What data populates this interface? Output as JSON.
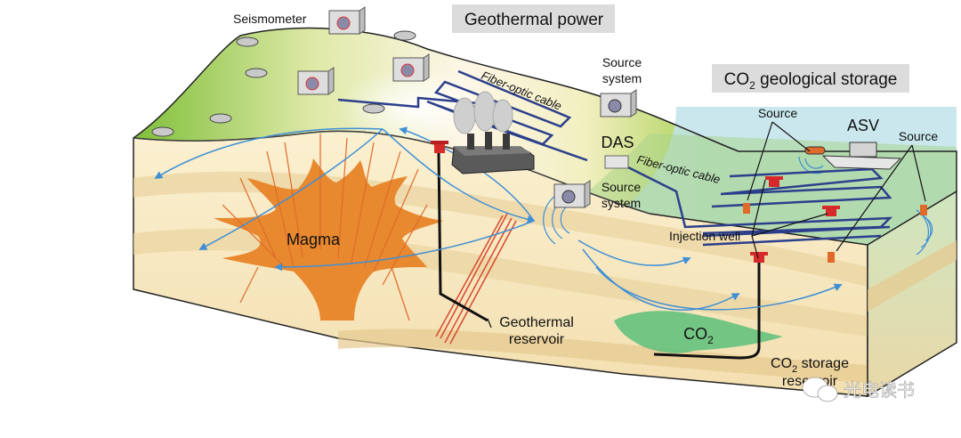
{
  "labels": {
    "seismometer": "Seismometer",
    "geothermal_power": "Geothermal power",
    "co2_storage_prefix": "CO",
    "co2_storage_sub": "2",
    "co2_storage_suffix": " geological storage",
    "source_system_top_1": "Source",
    "source_system_top_2": "system",
    "source_system_mid_1": "Source",
    "source_system_mid_2": "system",
    "fiber_optic_cable_1": "Fiber-optic cable",
    "fiber_optic_cable_2": "Fiber-optic cable",
    "das": "DAS",
    "source_left": "Source",
    "source_right": "Source",
    "asv": "ASV",
    "injection_well": "Injection well",
    "magma": "Magma",
    "geothermal_reservoir_1": "Geothermal",
    "geothermal_reservoir_2": "reservoir",
    "co2_prefix": "CO",
    "co2_sub": "2",
    "co2_storage_reservoir_prefix": "CO",
    "co2_storage_reservoir_sub": "2",
    "co2_storage_reservoir_suffix": " storage",
    "co2_storage_reservoir_2": "reservoir",
    "watermark": "光电读书"
  },
  "colors": {
    "surface_green": "#8cc63f",
    "surface_cream": "#fbf3d6",
    "sea": "#b9e1ea",
    "magma": "#e8892f",
    "cable": "#2c3f8c",
    "wave": "#3f8fd6",
    "co2_plume": "#5cbf7a",
    "label_box": "#dcdcdc"
  }
}
